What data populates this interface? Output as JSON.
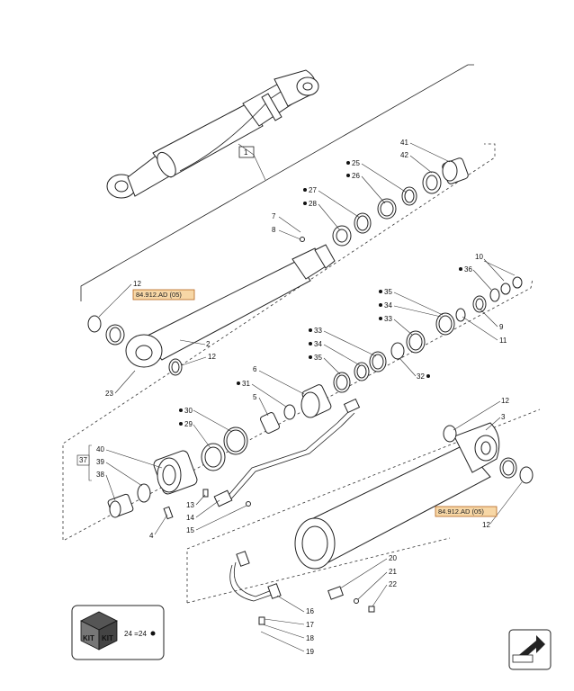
{
  "callouts": {
    "n1": "1",
    "n2": "2",
    "n3": "3",
    "n4": "4",
    "n5": "5",
    "n6": "6",
    "n7": "7",
    "n8": "8",
    "n9": "9",
    "n10": "10",
    "n11": "11",
    "n12a": "12",
    "n12b": "12",
    "n12c": "12",
    "n12d": "12",
    "n13": "13",
    "n14": "14",
    "n15": "15",
    "n16": "16",
    "n17": "17",
    "n18": "18",
    "n19": "19",
    "n20": "20",
    "n21": "21",
    "n22": "22",
    "n23": "23",
    "n24": "24",
    "n25": "25",
    "n26": "26",
    "n27": "27",
    "n28": "28",
    "n29": "29",
    "n30": "30",
    "n31": "31",
    "n32": "32",
    "n33a": "33",
    "n33b": "33",
    "n34a": "34",
    "n34b": "34",
    "n35a": "35",
    "n35b": "35",
    "n36": "36",
    "n37": "37",
    "n38": "38",
    "n39": "39",
    "n40": "40",
    "n41": "41",
    "n42": "42"
  },
  "references": {
    "ref_top": "84.912.AD (05)",
    "ref_bottom": "84.912.AD (05)"
  },
  "kit": {
    "label": "KIT",
    "legend": "24 ="
  }
}
